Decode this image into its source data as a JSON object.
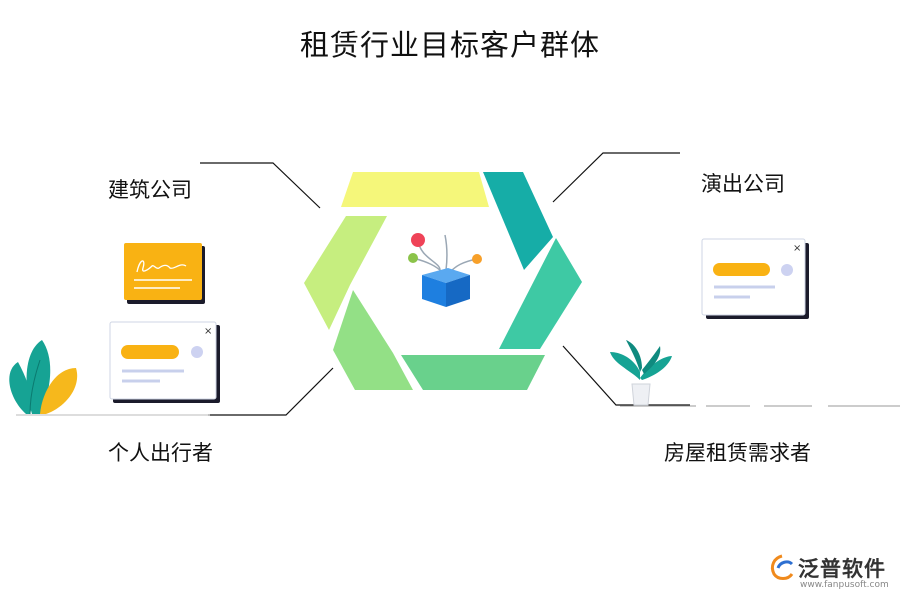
{
  "title": "租赁行业目标客户群体",
  "segments": [
    {
      "label": "建筑公司"
    },
    {
      "label": "演出公司"
    },
    {
      "label": "个人出行者"
    },
    {
      "label": "房屋租赁需求者"
    }
  ],
  "hexagon_colors": [
    "#f5f77a",
    "#16ada7",
    "#3ec9a4",
    "#69d18c",
    "#93e086",
    "#c6ee7f"
  ],
  "accent_colors": {
    "card_yellow": "#f9b213",
    "dot_red": "#ef4358",
    "dot_green": "#8bc34a",
    "dot_orange": "#f7a02a",
    "box_blue": "#1e7fe0",
    "leaf_teal": "#16a394"
  },
  "icons": [
    "signature-card-icon",
    "dialog-card-icon",
    "network-box-icon",
    "plant-icon",
    "potted-plant-icon",
    "logo-icon"
  ],
  "logo": {
    "name": "泛普软件",
    "url": "www.fanpusoft.com"
  }
}
